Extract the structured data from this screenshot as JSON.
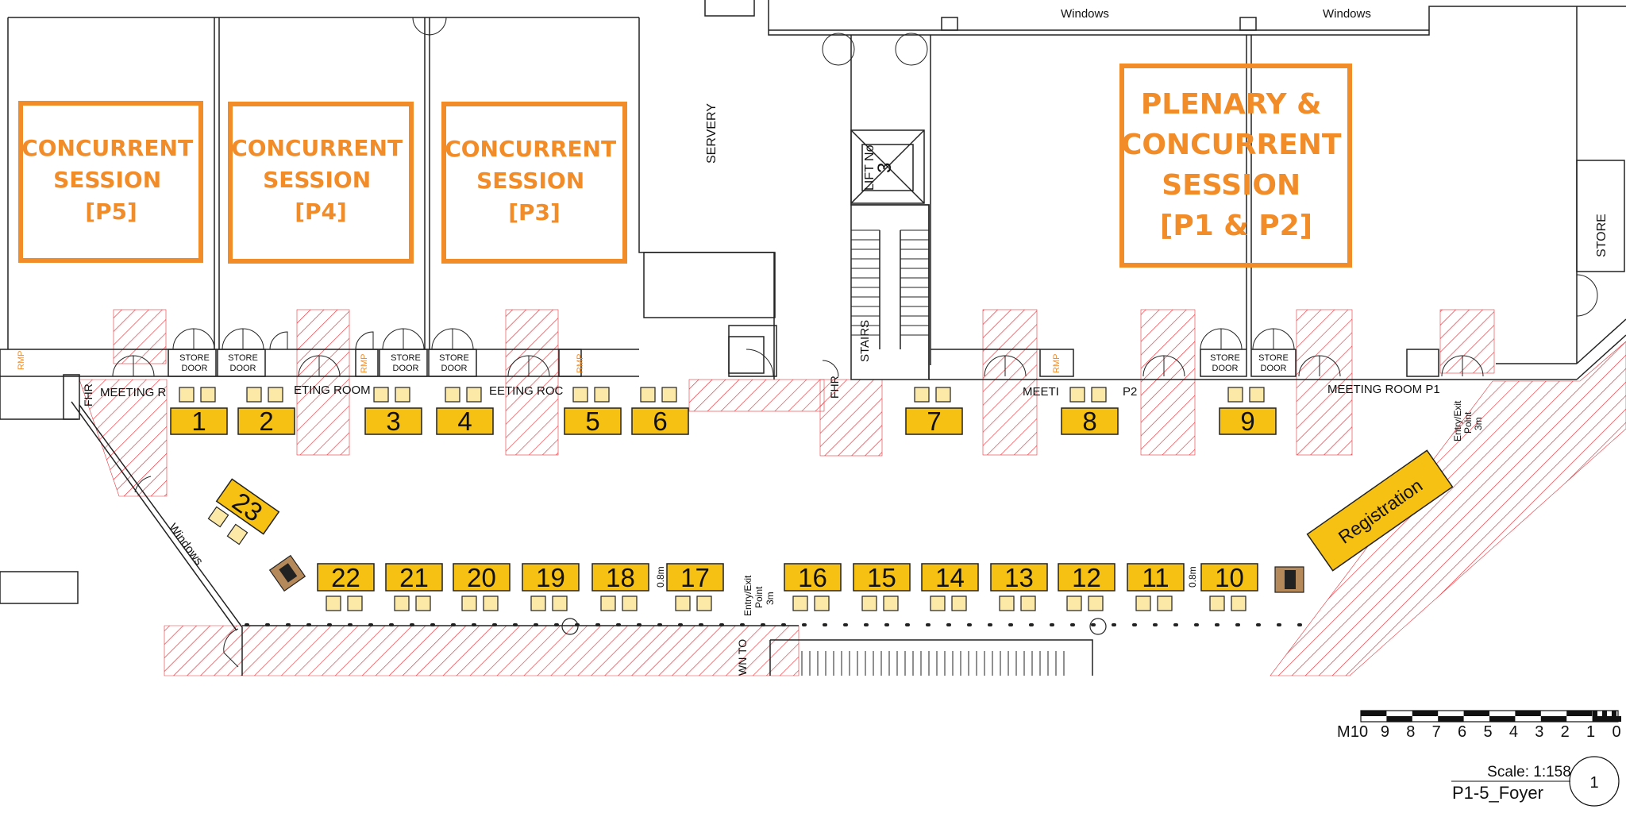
{
  "map": {
    "rooms": {
      "p5": [
        "CONCURRENT",
        "SESSION",
        "[P5]"
      ],
      "p4": [
        "CONCURRENT",
        "SESSION",
        "[P4]"
      ],
      "p3": [
        "CONCURRENT",
        "SESSION",
        "[P3]"
      ],
      "p12": [
        "PLENARY &",
        "CONCURRENT",
        "SESSION",
        "[P1 & P2]"
      ]
    },
    "labels": {
      "windows": "Windows",
      "servery": "SERVERY",
      "stairs": "STAIRS",
      "store": "STORE",
      "store_door": [
        "STORE",
        "DOOR"
      ],
      "fhr": "FHR",
      "rmp": "RMP",
      "meeting_room_left": "MEETING R",
      "meeting_room_mid1": "ETING ROOM",
      "meeting_room_mid2": "EETING ROC",
      "meeting_room_p2": "MEETI",
      "meeting_room_p2b": "P2",
      "meeting_room_p1": "MEETING ROOM P1",
      "entry_exit_right": [
        "Entry/Exit",
        "Point",
        "3m"
      ],
      "entry_exit_mid": [
        "Entry/Exit",
        "Point",
        "3m"
      ],
      "gap_08": "0.8m",
      "lift_no": "LIFT No",
      "lift_3": "3",
      "down_to": "WN TO",
      "registration": "Registration"
    },
    "booths": [
      "1",
      "2",
      "3",
      "4",
      "5",
      "6",
      "7",
      "8",
      "9",
      "10",
      "11",
      "12",
      "13",
      "14",
      "15",
      "16",
      "17",
      "18",
      "19",
      "20",
      "21",
      "22",
      "23"
    ],
    "scale_bar": {
      "unit": "M",
      "ticks": [
        "10",
        "9",
        "8",
        "7",
        "6",
        "5",
        "4",
        "3",
        "2",
        "1",
        "0"
      ]
    },
    "title_block": {
      "scale": "Scale: 1:158",
      "sheet": "P1-5_Foyer",
      "number": "1"
    },
    "colors": {
      "booth_fill": "#f7c113",
      "chair_fill": "#fce9a8",
      "room_label": "#f28c28",
      "hatch": "#e8343c"
    }
  }
}
